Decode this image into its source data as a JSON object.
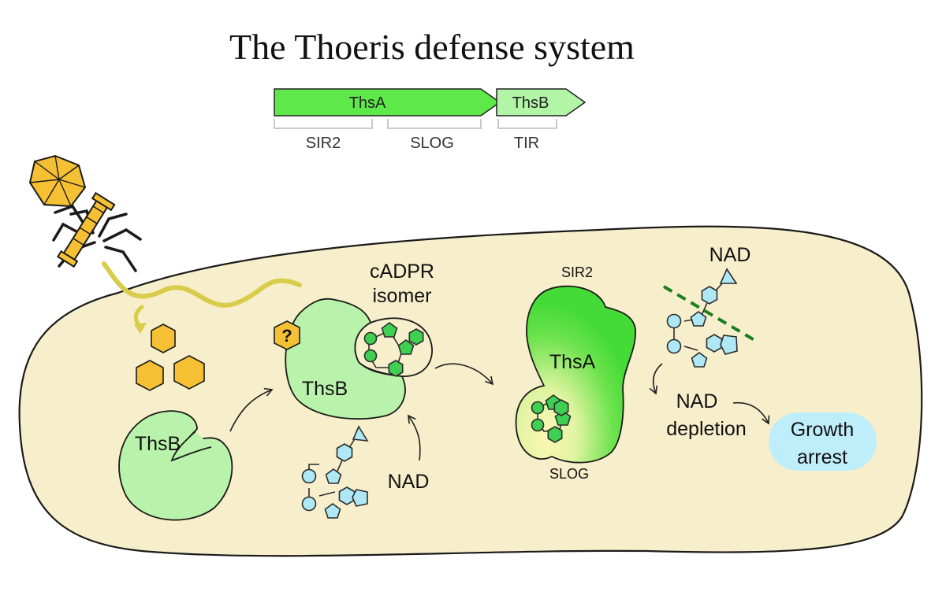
{
  "title": "The Thoeris defense system",
  "genes": [
    {
      "name": "ThsA",
      "color": "#5fe84a"
    },
    {
      "name": "ThsB",
      "color": "#b3f5a6"
    }
  ],
  "domains": [
    "SIR2",
    "SLOG",
    "TIR"
  ],
  "labels": {
    "thsb_left": "ThsB",
    "thsb_active": "ThsB",
    "question": "?",
    "cadpr_line1": "cADPR",
    "cadpr_line2": "isomer",
    "nad_bottom": "NAD",
    "sir2": "SIR2",
    "thsa": "ThsA",
    "slog": "SLOG",
    "nad_top": "NAD",
    "nad_depletion_line1": "NAD",
    "nad_depletion_line2": "depletion",
    "growth_line1": "Growth",
    "growth_line2": "arrest"
  },
  "colors": {
    "cell": "#f7eecb",
    "phage": "#f5c033",
    "phage_dna": "#d9cc4a",
    "protein_light": "#b9f2aa",
    "protein_bright": "#4fe03c",
    "slog_yellow": "#f9f7b0",
    "molecule_blue": "#aee8f5",
    "molecule_green": "#3fcf52",
    "growth_arrest": "#bfeefb",
    "cleavage": "#1e7d1e"
  }
}
